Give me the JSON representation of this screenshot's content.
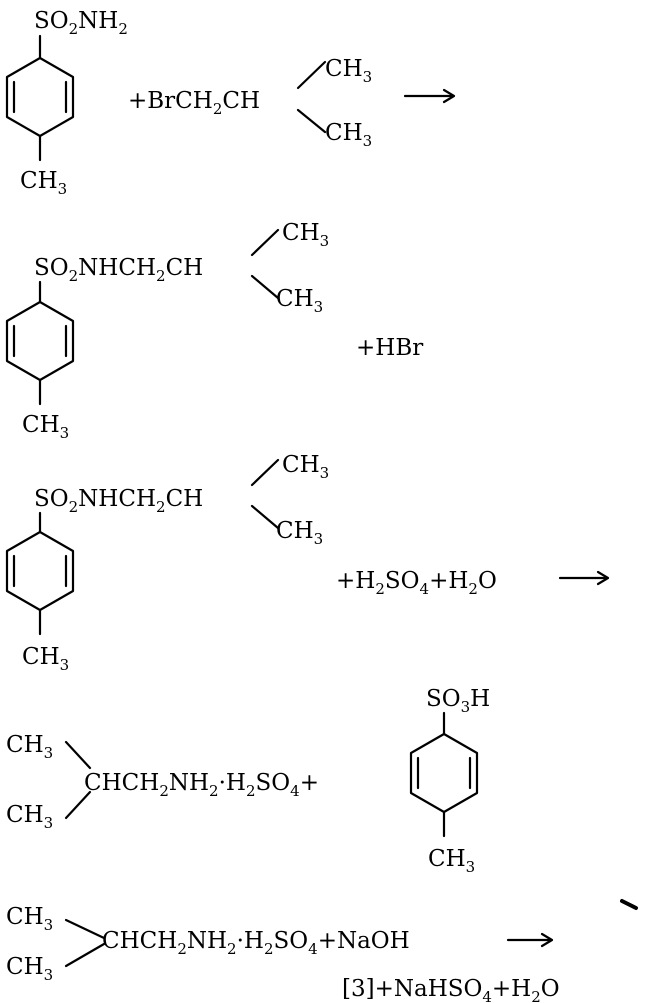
{
  "reaction_1": {
    "reagent_head": "SO",
    "reagent_sub_1": "2",
    "reagent_tail": "NH",
    "reagent_sub_2": "2",
    "ring_bottom_group": "CH",
    "ring_bottom_sub": "3",
    "plus_alkyl_a": "+BrCH",
    "plus_alkyl_sub": "2",
    "plus_alkyl_b": "CH",
    "branch_top": "CH",
    "branch_top_sub": "3",
    "branch_bottom": "CH",
    "branch_bottom_sub": "3"
  },
  "reaction_2": {
    "chain_a": "SO",
    "chain_sub_1": "2",
    "chain_b": "NHCH",
    "chain_sub_2": "2",
    "chain_c": "CH",
    "branch_top": "CH",
    "branch_top_sub": "3",
    "branch_bottom": "CH",
    "branch_bottom_sub": "3",
    "ring_bottom_group": "CH",
    "ring_bottom_sub": "3",
    "byproduct": "+HBr"
  },
  "reaction_3": {
    "chain_a": "SO",
    "chain_sub_1": "2",
    "chain_b": "NHCH",
    "chain_sub_2": "2",
    "chain_c": "CH",
    "branch_top": "CH",
    "branch_top_sub": "3",
    "branch_bottom": "CH",
    "branch_bottom_sub": "3",
    "ring_bottom_group": "CH",
    "ring_bottom_sub": "3",
    "reagents_a": "+H",
    "reagents_sub_1": "2",
    "reagents_b": "SO",
    "reagents_sub_2": "4",
    "reagents_c": "+H",
    "reagents_sub_3": "2",
    "reagents_d": "O"
  },
  "reaction_4": {
    "methyl_top": "CH",
    "methyl_top_sub": "3",
    "methyl_bottom": "CH",
    "methyl_bottom_sub": "3",
    "salt_a": "CHCH",
    "salt_sub_1": "2",
    "salt_b": "NH",
    "salt_sub_2": "2",
    "salt_c": "·H",
    "salt_sub_3": "2",
    "salt_d": "SO",
    "salt_sub_4": "4",
    "salt_plus": "+",
    "acid_head": "SO",
    "acid_sub": "3",
    "acid_tail": "H",
    "acid_ring_bottom": "CH",
    "acid_ring_bottom_sub": "3"
  },
  "reaction_5": {
    "methyl_top": "CH",
    "methyl_top_sub": "3",
    "methyl_bottom": "CH",
    "methyl_bottom_sub": "3",
    "salt_a": "CHCH",
    "salt_sub_1": "2",
    "salt_b": "NH",
    "salt_sub_2": "2",
    "salt_c": "·H",
    "salt_sub_3": "2",
    "salt_d": "SO",
    "salt_sub_4": "4",
    "salt_e": "+NaOH",
    "products_a": "[3]+NaHSO",
    "products_sub": "4",
    "products_b": "+H",
    "products_sub_2": "2",
    "products_c": "O"
  }
}
